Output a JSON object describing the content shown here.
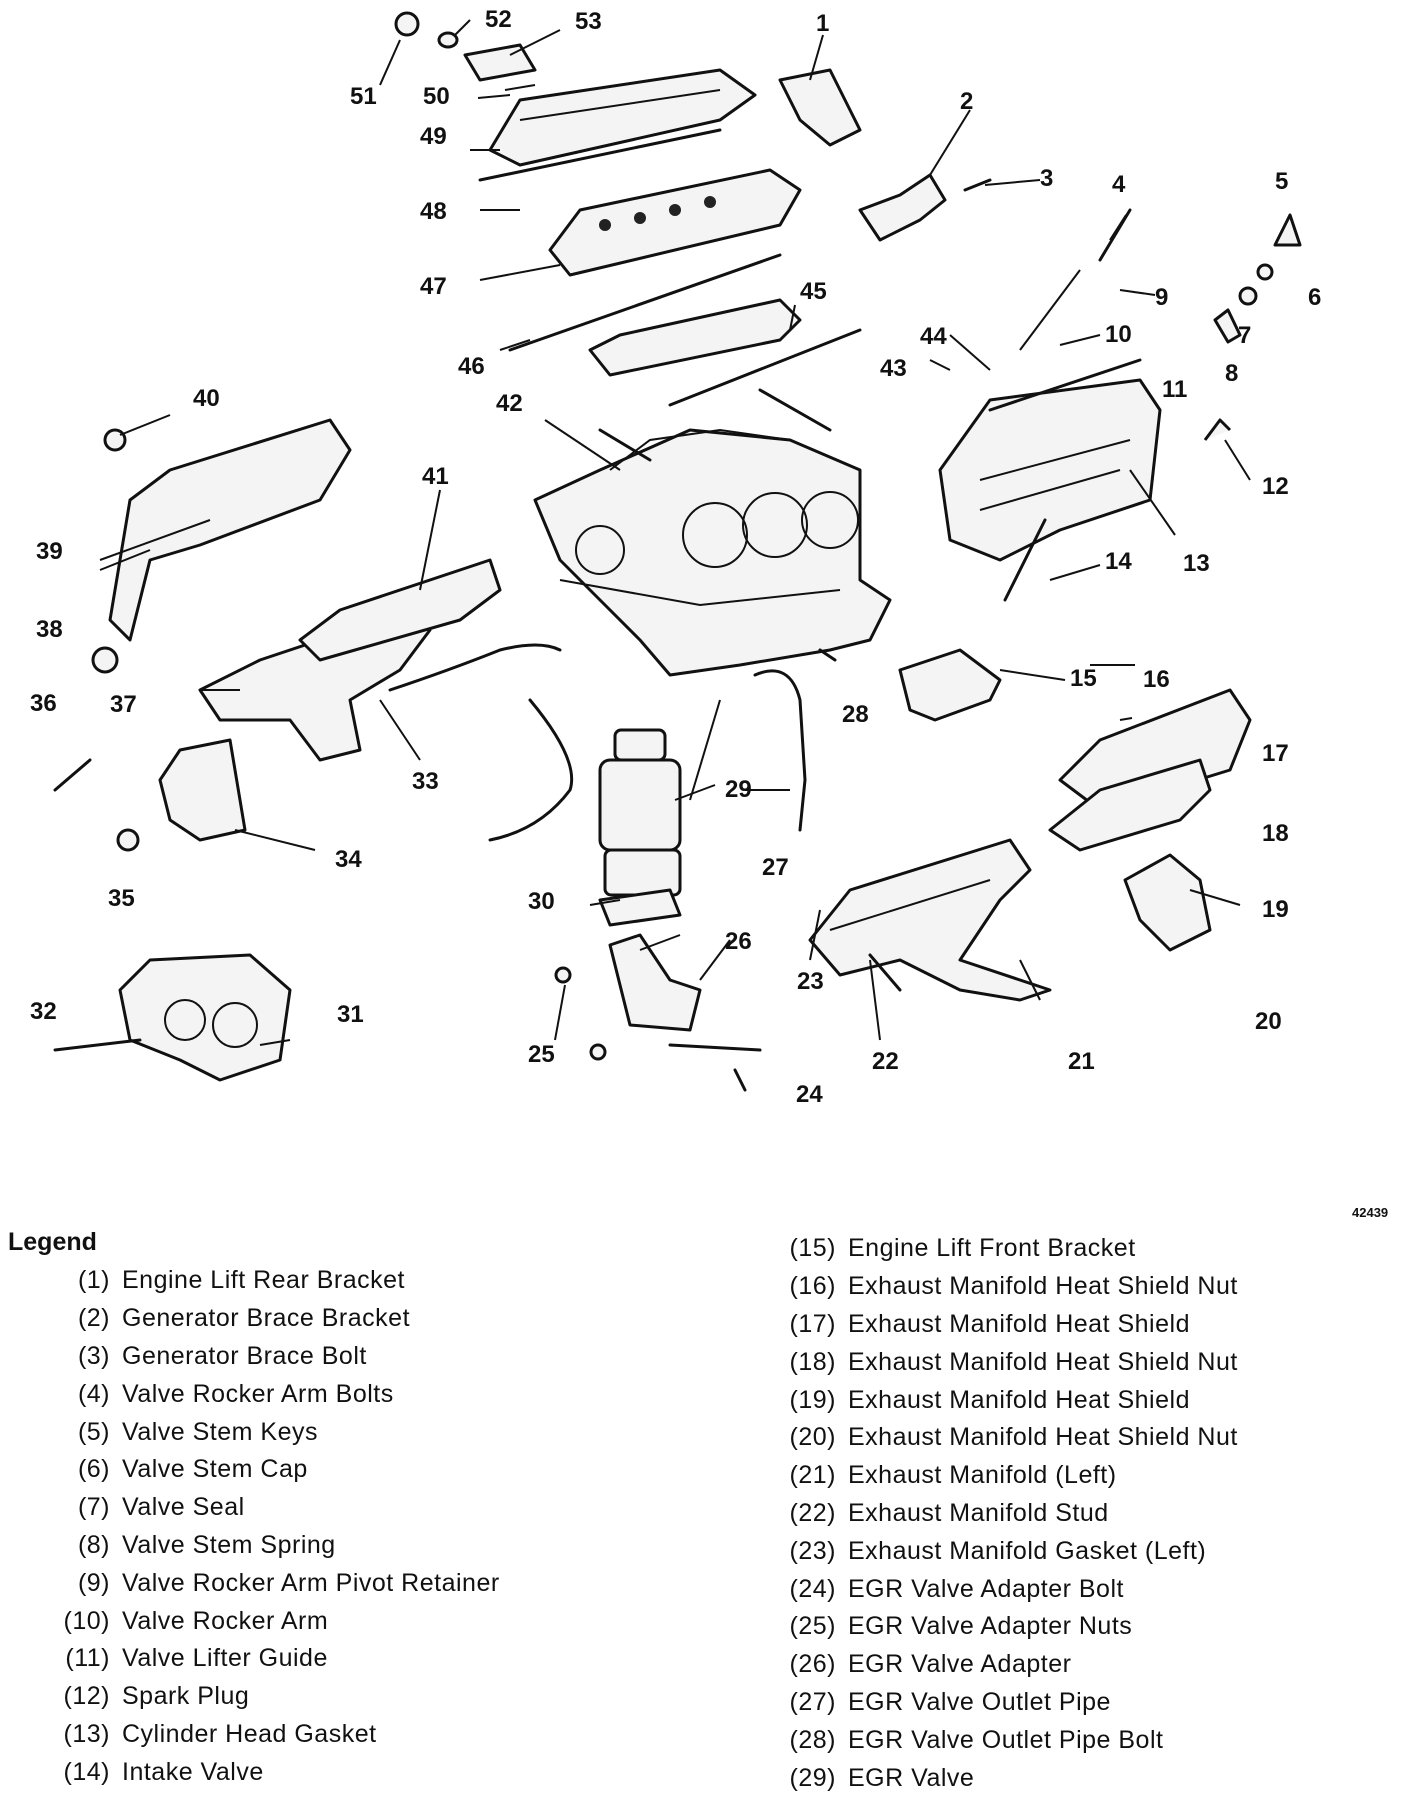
{
  "figure_id": "42439",
  "legend": {
    "title": "Legend",
    "items": [
      {
        "num": "(1)",
        "label": "Engine Lift Rear Bracket"
      },
      {
        "num": "(2)",
        "label": "Generator Brace Bracket"
      },
      {
        "num": "(3)",
        "label": "Generator Brace Bolt"
      },
      {
        "num": "(4)",
        "label": "Valve Rocker Arm Bolts"
      },
      {
        "num": "(5)",
        "label": "Valve Stem Keys"
      },
      {
        "num": "(6)",
        "label": "Valve Stem Cap"
      },
      {
        "num": "(7)",
        "label": "Valve Seal"
      },
      {
        "num": "(8)",
        "label": "Valve Stem Spring"
      },
      {
        "num": "(9)",
        "label": "Valve Rocker Arm Pivot Retainer"
      },
      {
        "num": "(10)",
        "label": "Valve Rocker Arm"
      },
      {
        "num": "(11)",
        "label": "Valve Lifter Guide"
      },
      {
        "num": "(12)",
        "label": "Spark Plug"
      },
      {
        "num": "(13)",
        "label": "Cylinder Head Gasket"
      },
      {
        "num": "(14)",
        "label": "Intake Valve"
      },
      {
        "num": "(15)",
        "label": "Engine Lift Front Bracket"
      },
      {
        "num": "(16)",
        "label": "Exhaust Manifold Heat Shield Nut"
      },
      {
        "num": "(17)",
        "label": "Exhaust Manifold Heat Shield"
      },
      {
        "num": "(18)",
        "label": "Exhaust Manifold Heat Shield Nut"
      },
      {
        "num": "(19)",
        "label": "Exhaust Manifold Heat Shield"
      },
      {
        "num": "(20)",
        "label": "Exhaust Manifold Heat Shield Nut"
      },
      {
        "num": "(21)",
        "label": "Exhaust Manifold (Left)"
      },
      {
        "num": "(22)",
        "label": "Exhaust Manifold Stud"
      },
      {
        "num": "(23)",
        "label": "Exhaust Manifold Gasket (Left)"
      },
      {
        "num": "(24)",
        "label": "EGR Valve Adapter Bolt"
      },
      {
        "num": "(25)",
        "label": "EGR Valve Adapter Nuts"
      },
      {
        "num": "(26)",
        "label": "EGR Valve Adapter"
      },
      {
        "num": "(27)",
        "label": "EGR Valve Outlet Pipe"
      },
      {
        "num": "(28)",
        "label": "EGR Valve Outlet Pipe Bolt"
      },
      {
        "num": "(29)",
        "label": "EGR Valve"
      }
    ]
  },
  "callouts": [
    "1",
    "2",
    "3",
    "4",
    "5",
    "6",
    "7",
    "8",
    "9",
    "10",
    "11",
    "12",
    "13",
    "14",
    "15",
    "16",
    "17",
    "18",
    "19",
    "20",
    "21",
    "22",
    "23",
    "24",
    "25",
    "26",
    "27",
    "28",
    "29",
    "30",
    "31",
    "32",
    "33",
    "34",
    "35",
    "36",
    "37",
    "38",
    "39",
    "40",
    "41",
    "42",
    "43",
    "44",
    "45",
    "46",
    "47",
    "48",
    "49",
    "50",
    "51",
    "52",
    "53"
  ]
}
